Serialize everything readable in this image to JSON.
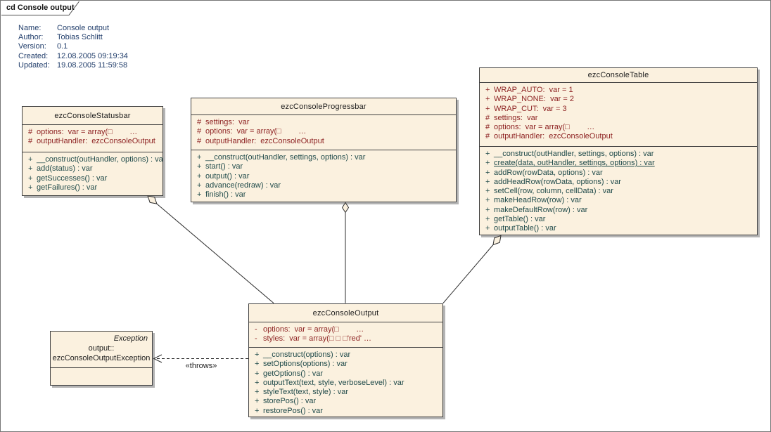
{
  "frame": {
    "tab_label": "cd Console output"
  },
  "metadata": {
    "rows": [
      {
        "label": "Name:",
        "value": "Console output"
      },
      {
        "label": "Author:",
        "value": "Tobias Schlitt"
      },
      {
        "label": "Version:",
        "value": "0.1"
      },
      {
        "label": "Created:",
        "value": "12.08.2005 09:19:34"
      },
      {
        "label": "Updated:",
        "value": "19.08.2005 11:59:58"
      }
    ]
  },
  "classes": {
    "statusbar": {
      "title": "ezcConsoleStatusbar",
      "attributes": [
        {
          "vis": "#",
          "text": "options:  var = array(□        …"
        },
        {
          "vis": "#",
          "text": "outputHandler:  ezcConsoleOutput"
        }
      ],
      "methods": [
        {
          "vis": "+",
          "text": "__construct(outHandler, options) : var"
        },
        {
          "vis": "+",
          "text": "add(status) : var"
        },
        {
          "vis": "+",
          "text": "getSuccesses() : var"
        },
        {
          "vis": "+",
          "text": "getFailures() : var"
        }
      ]
    },
    "progressbar": {
      "title": "ezcConsoleProgressbar",
      "attributes": [
        {
          "vis": "#",
          "text": "settings:  var"
        },
        {
          "vis": "#",
          "text": "options:  var = array(□        …"
        },
        {
          "vis": "#",
          "text": "outputHandler:  ezcConsoleOutput"
        }
      ],
      "methods": [
        {
          "vis": "+",
          "text": "__construct(outHandler, settings, options) : var"
        },
        {
          "vis": "+",
          "text": "start() : var"
        },
        {
          "vis": "+",
          "text": "output() : var"
        },
        {
          "vis": "+",
          "text": "advance(redraw) : var"
        },
        {
          "vis": "+",
          "text": "finish() : var"
        }
      ]
    },
    "table": {
      "title": "ezcConsoleTable",
      "attributes": [
        {
          "vis": "+",
          "text": "WRAP_AUTO:  var = 1"
        },
        {
          "vis": "+",
          "text": "WRAP_NONE:  var = 2"
        },
        {
          "vis": "+",
          "text": "WRAP_CUT:  var = 3"
        },
        {
          "vis": "#",
          "text": "settings:  var"
        },
        {
          "vis": "#",
          "text": "options:  var = array(□        …"
        },
        {
          "vis": "#",
          "text": "outputHandler:  ezcConsoleOutput"
        }
      ],
      "methods": [
        {
          "vis": "+",
          "text": "__construct(outHandler, settings, options) : var"
        },
        {
          "vis": "+",
          "text": "create(data, outHandler, settings, options) : var",
          "static": true
        },
        {
          "vis": "+",
          "text": "addRow(rowData, options) : var"
        },
        {
          "vis": "+",
          "text": "addHeadRow(rowData, options) : var"
        },
        {
          "vis": "+",
          "text": "setCell(row, column, cellData) : var"
        },
        {
          "vis": "+",
          "text": "makeHeadRow(row) : var"
        },
        {
          "vis": "+",
          "text": "makeDefaultRow(row) : var"
        },
        {
          "vis": "+",
          "text": "getTable() : var"
        },
        {
          "vis": "+",
          "text": "outputTable() : var"
        }
      ]
    },
    "output": {
      "title": "ezcConsoleOutput",
      "attributes": [
        {
          "vis": "-",
          "text": "options:  var = array(□        …"
        },
        {
          "vis": "-",
          "text": "styles:  var = array(□ □ □'red' …"
        }
      ],
      "methods": [
        {
          "vis": "+",
          "text": "__construct(options) : var"
        },
        {
          "vis": "+",
          "text": "setOptions(options) : var"
        },
        {
          "vis": "+",
          "text": "getOptions() : var"
        },
        {
          "vis": "+",
          "text": "outputText(text, style, verboseLevel) : var"
        },
        {
          "vis": "+",
          "text": "styleText(text, style) : var"
        },
        {
          "vis": "+",
          "text": "storePos() : var"
        },
        {
          "vis": "+",
          "text": "restorePos() : var"
        }
      ]
    },
    "exception": {
      "stereotype": "Exception",
      "name_line1": "output::",
      "name_line2": "ezcConsoleOutputException"
    }
  },
  "connectors": {
    "throws_label": "«throws»"
  },
  "colors": {
    "box_fill": "#fbf1df",
    "box_border": "#404040",
    "attribute_text": "#8e2323",
    "method_text": "#1f4a4a",
    "metadata_text": "#24406d",
    "shadow": "#b4b4b4",
    "line": "#2e2e2e"
  }
}
